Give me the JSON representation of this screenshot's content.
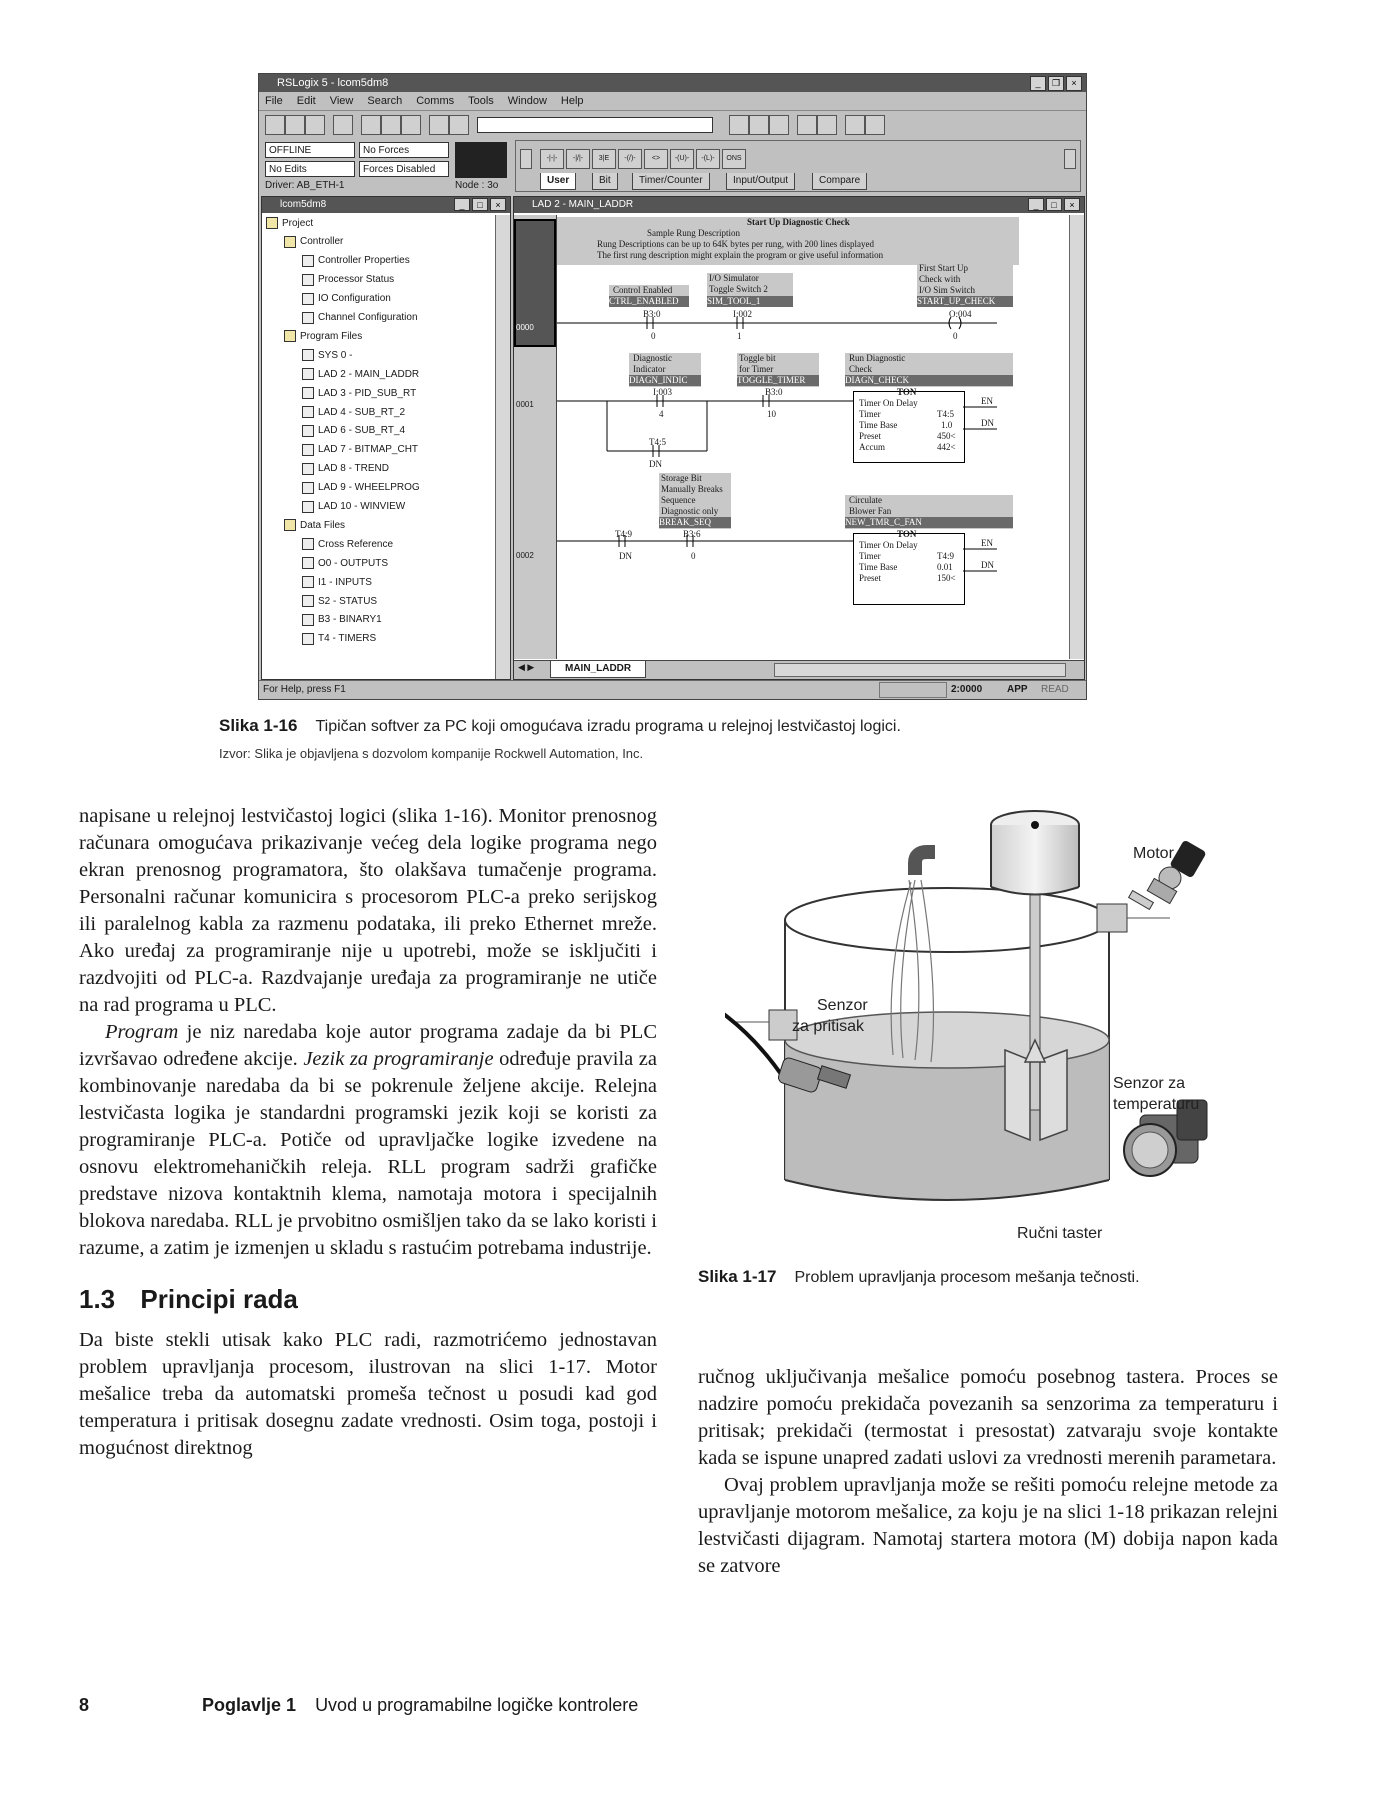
{
  "figure16": {
    "app_title": "RSLogix 5 - lcom5dm8",
    "menu": [
      "File",
      "Edit",
      "View",
      "Search",
      "Comms",
      "Tools",
      "Window",
      "Help"
    ],
    "mode": "OFFLINE",
    "forces": "No Forces",
    "edits": "No Edits",
    "forces_state": "Forces Disabled",
    "driver": "Driver: AB_ETH-1",
    "node": "Node : 3o",
    "instr_tabs": [
      "User",
      "Bit",
      "Timer/Counter",
      "Input/Output",
      "Compare"
    ],
    "instr_buttons": [
      "-|-|-",
      "-|/|-",
      "3|E",
      "-(/)-",
      "<>",
      "-(U)-",
      "-(L)-",
      "ONS"
    ],
    "project_window_title": "lcom5dm8",
    "tree": [
      {
        "label": "Project",
        "level": 0
      },
      {
        "label": "Controller",
        "level": 1
      },
      {
        "label": "Controller Properties",
        "level": 2
      },
      {
        "label": "Processor Status",
        "level": 2
      },
      {
        "label": "IO Configuration",
        "level": 2
      },
      {
        "label": "Channel Configuration",
        "level": 2
      },
      {
        "label": "Program Files",
        "level": 1
      },
      {
        "label": "SYS 0 -",
        "level": 2
      },
      {
        "label": "LAD 2 - MAIN_LADDR",
        "level": 2
      },
      {
        "label": "LAD 3 - PID_SUB_RT",
        "level": 2
      },
      {
        "label": "LAD 4 - SUB_RT_2",
        "level": 2
      },
      {
        "label": "LAD 6 - SUB_RT_4",
        "level": 2
      },
      {
        "label": "LAD 7 - BITMAP_CHT",
        "level": 2
      },
      {
        "label": "LAD 8 - TREND",
        "level": 2
      },
      {
        "label": "LAD 9 - WHEELPROG",
        "level": 2
      },
      {
        "label": "LAD 10 - WINVIEW",
        "level": 2
      },
      {
        "label": "Data Files",
        "level": 1
      },
      {
        "label": "Cross Reference",
        "level": 2
      },
      {
        "label": "O0 - OUTPUTS",
        "level": 2
      },
      {
        "label": "I1 - INPUTS",
        "level": 2
      },
      {
        "label": "S2 - STATUS",
        "level": 2
      },
      {
        "label": "B3 - BINARY1",
        "level": 2
      },
      {
        "label": "T4 - TIMERS",
        "level": 2
      }
    ],
    "ladder_window_title": "LAD 2 - MAIN_LADDR",
    "rung0_header": "Start Up Diagnostic Check",
    "rung0_desc": [
      "Sample Rung Description",
      "Rung Descriptions can be up to 64K bytes per rung, with 200 lines displayed",
      "The first rung description might explain the program or give useful information"
    ],
    "rung_numbers": [
      "0000",
      "0001",
      "0002"
    ],
    "r0_c1": [
      "Control Enabled",
      "CTRL_ENABLED",
      "B3:0",
      "0"
    ],
    "r0_c2": [
      "I/O Simulator",
      "Toggle Switch 2",
      "SIM_TOOL_1",
      "I:002",
      "1"
    ],
    "r0_out": [
      "First Start Up",
      "Check with",
      "I/O Sim Switch",
      "START_UP_CHECK",
      "O:004",
      "0"
    ],
    "r1_c1": [
      "Diagnostic",
      "Indicator",
      "DIAGN_INDIC",
      "I:003",
      "4"
    ],
    "r1_c2": [
      "Toggle bit",
      "for Timer",
      "TOGGLE_TIMER",
      "B3:0",
      "10"
    ],
    "r1_branch": [
      "T4:5",
      "DN"
    ],
    "r1_out": [
      "Run Diagnostic",
      "Check",
      "DIAGN_CHECK"
    ],
    "ton1": [
      "TON",
      "Timer On Delay",
      "Timer",
      "T4:5",
      "Time Base",
      "1.0",
      "Preset",
      "450<",
      "Accum",
      "442<"
    ],
    "r2_c1": [
      "T4:9",
      "DN"
    ],
    "r2_c2": [
      "Storage Bit",
      "Manually Breaks",
      "Sequence",
      "Diagnostic only",
      "BREAK_SEQ",
      "B3:6",
      "0"
    ],
    "r2_out": [
      "Circulate",
      "Blower Fan",
      "NEW_TMR_C_FAN"
    ],
    "ton2": [
      "TON",
      "Timer On Delay",
      "Timer",
      "T4:9",
      "Time Base",
      "0.01",
      "Preset",
      "150<"
    ],
    "en_dn": [
      "EN",
      "DN"
    ],
    "sheet_tab": "MAIN_LADDR",
    "status_help": "For Help, press F1",
    "status_addr": "2:0000",
    "status_app": "APP",
    "status_read": "READ"
  },
  "caption16": {
    "label": "Slika 1-16",
    "text": "Tipičan softver za PC koji omogućava izradu programa u relejnoj lestvičastoj logici.",
    "source": "Izvor: Slika je objavljena s dozvolom kompanije Rockwell Automation, Inc."
  },
  "left_column": {
    "p1": "napisane u relejnoj lestvičastoj logici (slika 1-16). Monitor prenosnog računara omogućava prikazivanje većeg dela logike programa nego ekran prenosnog programatora, što olakšava tumačenje programa. Personalni računar komunicira s procesorom PLC-a preko serijskog ili paralelnog kabla za razmenu podataka, ili preko Ethernet mreže. Ako uređaj za programiranje nije u upotrebi, može se isključiti i razdvojiti od PLC-a. Razdvajanje uređaja za programiranje ne utiče na rad programa u PLC.",
    "p2_term1": "Program",
    "p2_a": " je niz naredaba koje autor programa zadaje da bi PLC izvršavao određene akcije. ",
    "p2_term2": "Jezik za programiranje",
    "p2_b": " određuje pravila za kombinovanje naredaba da bi se pokrenule željene akcije. Relejna lestvičasta logika je standardni programski jezik koji se koristi za programiranje PLC-a. Potiče od upravljačke logike izvedene na osnovu elektromehaničkih releja. RLL program sadrži grafičke predstave nizova kontaktnih klema, namotaja motora i specijalnih blokova naredaba. RLL je prvobitno osmišljen tako da se lako koristi i razume, a zatim je izmenjen u skladu s rastućim potrebama industrije.",
    "heading_num": "1.3",
    "heading_text": "Principi rada",
    "p3": "Da biste stekli utisak kako PLC radi, razmotrićemo jednostavan problem upravljanja procesom, ilustrovan na slici 1-17. Motor mešalice treba da automatski promeša tečnost u posudi kad god temperatura i pritisak dosegnu zadate vrednosti. Osim toga, postoji i mogućnost direktnog"
  },
  "figure17": {
    "motor": "Motor",
    "pressure_sensor": [
      "Senzor",
      "za pritisak"
    ],
    "temp_sensor": [
      "Senzor za",
      "temperaturu"
    ],
    "manual_button": "Ručni taster"
  },
  "caption17": {
    "label": "Slika 1-17",
    "text": "Problem upravljanja procesom mešanja tečnosti."
  },
  "right_column": {
    "p1": "ručnog uključivanja mešalice pomoću posebnog tastera. Proces se nadzire pomoću prekidača povezanih sa senzorima za temperaturu i pritisak; prekidači (termostat i presostat) zatvaraju svoje kontakte kada se ispune unapred zadati uslovi za vrednosti merenih parametara.",
    "p2": "Ovaj problem upravljanja može se rešiti pomoću relejne metode za upravljanje motorom mešalice, za koju je na slici 1-18 prikazan relejni lestvičasti dijagram. Namotaj startera motora (M) dobija napon kada se zatvore"
  },
  "footer": {
    "page": "8",
    "chapter": "Poglavlje 1",
    "chapter_title": "Uvod u programabilne logičke kontrolere"
  }
}
